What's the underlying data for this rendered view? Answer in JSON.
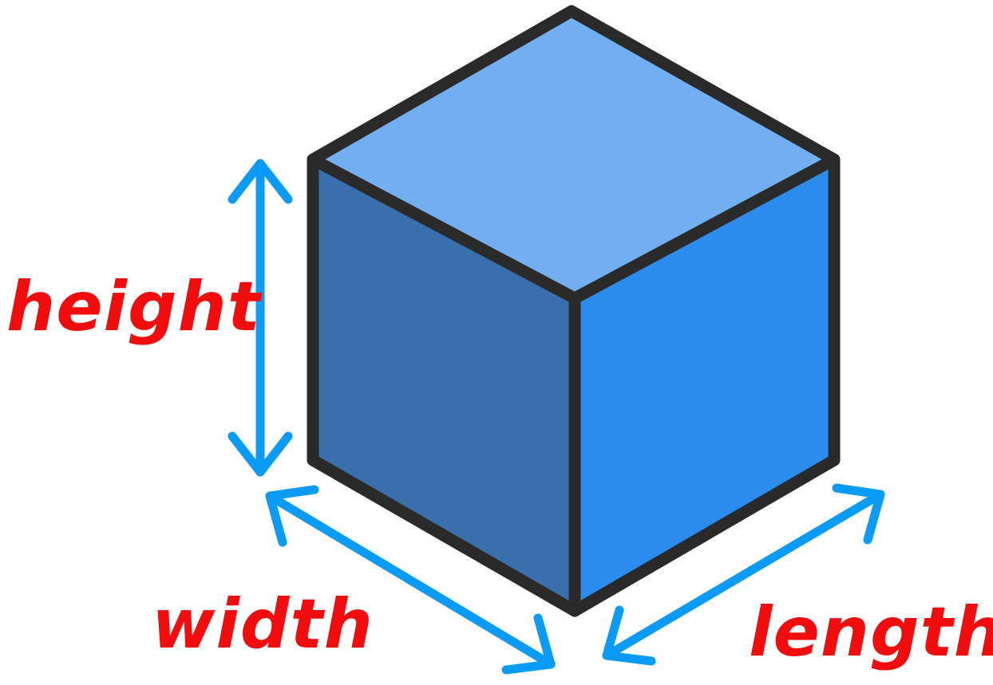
{
  "labels": {
    "height": "height",
    "width": "width",
    "length": "length"
  },
  "colors": {
    "top_face": "#72aef0",
    "left_face": "#3a6fae",
    "right_face": "#2b8cee",
    "edge": "#2a2a2a",
    "arrow": "#0a9bf6",
    "label": "#f10d0d",
    "background": "#ffffff"
  }
}
